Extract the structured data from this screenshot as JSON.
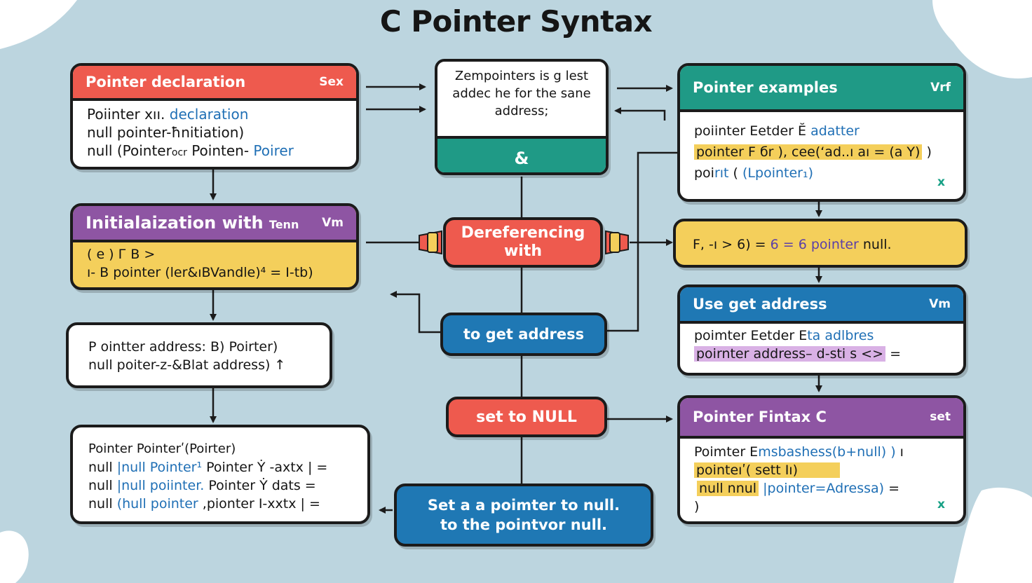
{
  "title": "C Pointer Syntax",
  "colors": {
    "background": "#bcd5df",
    "red": "#ee5a4e",
    "purple": "#8e55a3",
    "yellow": "#f4cf5b",
    "teal": "#1f9a86",
    "blue": "#1f78b4",
    "check": "#16a085"
  },
  "left": {
    "declaration": {
      "header": "Pointer declaration",
      "tag": "Sex",
      "lines": [
        {
          "a": "Poiinter xıı. ",
          "b": "declaration"
        },
        {
          "a": "null pointer-ħnitiation)",
          "b": ""
        },
        {
          "a": "null (Pointer",
          "s": "ocr",
          "a2": " Pointen- ",
          "b": "Poirer"
        }
      ]
    },
    "initialization": {
      "header": "Initialaization  with",
      "header_small": "Tenn",
      "tag": "Vm",
      "lines": [
        "(   e ) Г  B >",
        "ı- B pointer (ler&ıBVandle)⁴  =    I-tb)"
      ]
    },
    "address": {
      "lines": [
        "P  ointter address:  B) Poirter)",
        "null  poiter-z-&Blat address) ↑"
      ]
    },
    "null_block": {
      "lines": [
        {
          "a": "Pointer Pointerʹ(Poirter)",
          "h": "",
          "c": ""
        },
        {
          "a": "null ",
          "h": "|null Pointer¹",
          "c": " Pointer Ẏ -axtx | ="
        },
        {
          "a": "null ",
          "h": "|null poiinter.",
          "c": " Pointer Ẏ dats ="
        },
        {
          "a": "null ",
          "h": "(hull pointer",
          "c": " ,pionter  I-xxtx | ="
        }
      ]
    }
  },
  "center": {
    "top_box": {
      "text_lines": [
        "Ζempointers is g lest",
        "addec he for the sane",
        "address;"
      ],
      "symbol": "&"
    },
    "dereferencing": [
      "Dereferencing",
      "with"
    ],
    "get_address": "to get address",
    "set_null": "set to NULL",
    "set_null_desc": [
      "Set a a poimter to null.",
      "to the pointᴠor null."
    ]
  },
  "right": {
    "examples": {
      "header": "Pointer examples",
      "tag": "Vrf",
      "line1": {
        "a": "poiinter Eetder Ĕ ",
        "b": "adatter"
      },
      "line2": "pointer F бr ), cee(ʻad..ı  aı   =  (a  Y)",
      "line2_tail": " )",
      "line3": {
        "a": "poi",
        "b": "rıt",
        "c": " ( ",
        "d": "(Lpointer₁)"
      },
      "check": "x"
    },
    "expression": {
      "a": "F, -ı > 6) =  ",
      "b": "6  =  6 pointer",
      "c": "   null."
    },
    "use_address": {
      "header": "Use get address",
      "tag": "Vm",
      "line1": {
        "a": "poimter Eetder E",
        "b": "ta adlbres"
      },
      "line2": "poirnter   address– d-sti s <>",
      "line2_tail": " ="
    },
    "fintax": {
      "header": "Pointer Fintax C",
      "tag": "set",
      "line1": {
        "a": "Poimter E",
        "b": "msbashess(b+null) )",
        "c": " ı"
      },
      "line2": "pointeıʹ( sett Iı)",
      "line3": {
        "a": "null  nnul",
        "b": " |pointer=Adressa)",
        "c": " ="
      },
      "line4": ")",
      "check": "x"
    }
  }
}
